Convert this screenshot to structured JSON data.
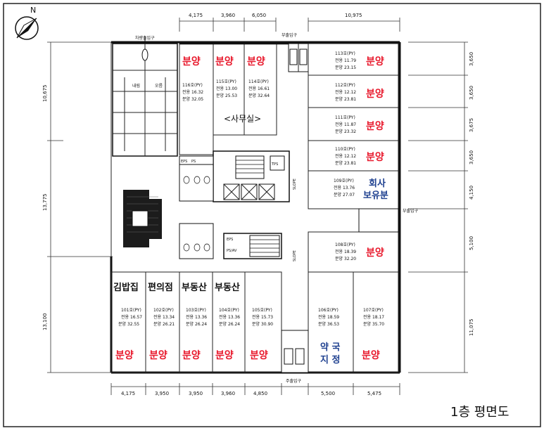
{
  "title": "1층 평면도",
  "compass": "N",
  "labels": {
    "parking_entrance": "차량출입구",
    "aux_entrance_top": "부출입구",
    "aux_entrance_right": "부출입구",
    "main_entrance": "주출입구",
    "office": "<사무실>",
    "company_reserved_1": "회사",
    "company_reserved_2": "보유분",
    "pharmacy_1": "약 국",
    "pharmacy_2": "지 정",
    "eps": "EPS",
    "ps": "PS",
    "tps": "TPS",
    "eps2": "EPS",
    "psav": "PS/AV",
    "slope": "SLOPE",
    "ramp_left": "내림",
    "ramp_right": "오름"
  },
  "sale_label": "분양",
  "units": [
    {
      "id": "u116",
      "name": "116호(PY)",
      "l1": "전용 16.32",
      "l2": "분양 32.05"
    },
    {
      "id": "u115",
      "name": "115호(PY)",
      "l1": "전용 13.00",
      "l2": "분양 25.53"
    },
    {
      "id": "u114",
      "name": "114호(PY)",
      "l1": "전용 16.61",
      "l2": "분양 32.64"
    },
    {
      "id": "u113",
      "name": "113호(PY)",
      "l1": "전용 11.79",
      "l2": "분양 23.15"
    },
    {
      "id": "u112",
      "name": "112호(PY)",
      "l1": "전용 12.12",
      "l2": "분양 23.81"
    },
    {
      "id": "u111",
      "name": "111호(PY)",
      "l1": "전용 11.87",
      "l2": "분양 23.32"
    },
    {
      "id": "u110",
      "name": "110호(PY)",
      "l1": "전용 12.12",
      "l2": "분양 23.81"
    },
    {
      "id": "u109",
      "name": "109호(PY)",
      "l1": "전용 13.76",
      "l2": "분양 27.07"
    },
    {
      "id": "u108",
      "name": "108호(PY)",
      "l1": "전용 18.39",
      "l2": "분양 32.20"
    },
    {
      "id": "u101",
      "name": "101호(PY)",
      "l1": "전용 16.57",
      "l2": "분양 32.55",
      "tag": "김밥집"
    },
    {
      "id": "u102",
      "name": "102호(PY)",
      "l1": "전용 13.34",
      "l2": "분양 26.21",
      "tag": "편의점"
    },
    {
      "id": "u103",
      "name": "103호(PY)",
      "l1": "전용 13.36",
      "l2": "분양 26.24",
      "tag": "부동산"
    },
    {
      "id": "u104",
      "name": "104호(PY)",
      "l1": "전용 13.36",
      "l2": "분양 26.24",
      "tag": "부동산"
    },
    {
      "id": "u105",
      "name": "105호(PY)",
      "l1": "전용 15.73",
      "l2": "분양 30.90"
    },
    {
      "id": "u106",
      "name": "106호(PY)",
      "l1": "전용 18.59",
      "l2": "분양 36.53"
    },
    {
      "id": "u107",
      "name": "107호(PY)",
      "l1": "전용 18.17",
      "l2": "분양 35.70"
    }
  ],
  "dims_top": [
    "4,175",
    "3,960",
    "6,050",
    "10,975"
  ],
  "dims_bottom": [
    "4,175",
    "3,950",
    "3,950",
    "3,960",
    "4,850",
    "5,500",
    "5,475"
  ],
  "dims_left": [
    "10,675",
    "13,775",
    "13,100"
  ],
  "dims_right": [
    "3,650",
    "3,650",
    "3,675",
    "3,650",
    "4,150",
    "5,100",
    "11,075"
  ]
}
